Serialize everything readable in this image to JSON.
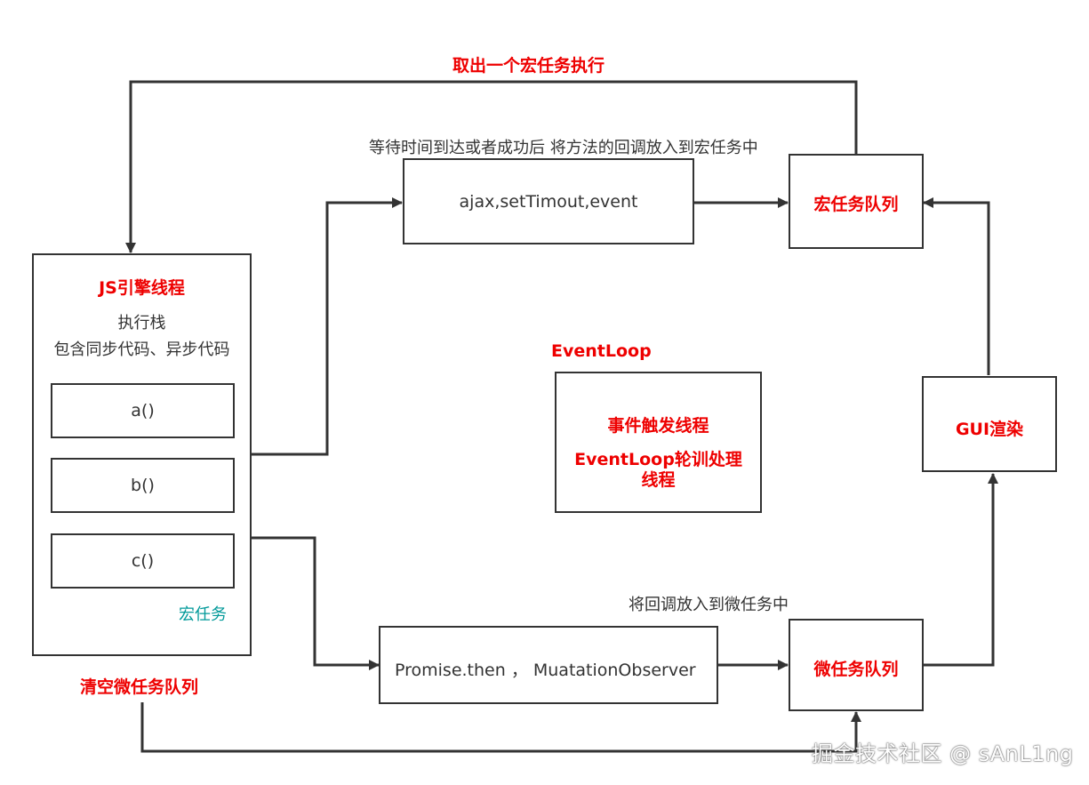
{
  "labels": {
    "top_arrow": "取出一个宏任务执行",
    "clear_micro": "清空微任务队列",
    "wait_note": "等待时间到达或者成功后 将方法的回调放入到宏任务中",
    "micro_note": "将回调放入到微任务中",
    "event_loop_title": "EventLoop"
  },
  "js_engine": {
    "title": "JS引擎线程",
    "stack_label": "执行栈",
    "stack_desc": "包含同步代码、异步代码",
    "frames": [
      "a()",
      "b()",
      "c()"
    ],
    "footer": "宏任务"
  },
  "boxes": {
    "macro_sources": "ajax,setTimout,event",
    "macro_queue": "宏任务队列",
    "event_thread_1": "事件触发线程",
    "event_thread_2": "EventLoop轮训处理",
    "event_thread_3": "线程",
    "gui": "GUI渲染",
    "micro_sources": "Promise.then ，  MuatationObserver",
    "micro_queue": "微任务队列"
  },
  "watermark": "掘金技术社区 @ sAnL1ng",
  "colors": {
    "accent": "#ee0000",
    "line": "#333333",
    "teal": "#009999"
  }
}
